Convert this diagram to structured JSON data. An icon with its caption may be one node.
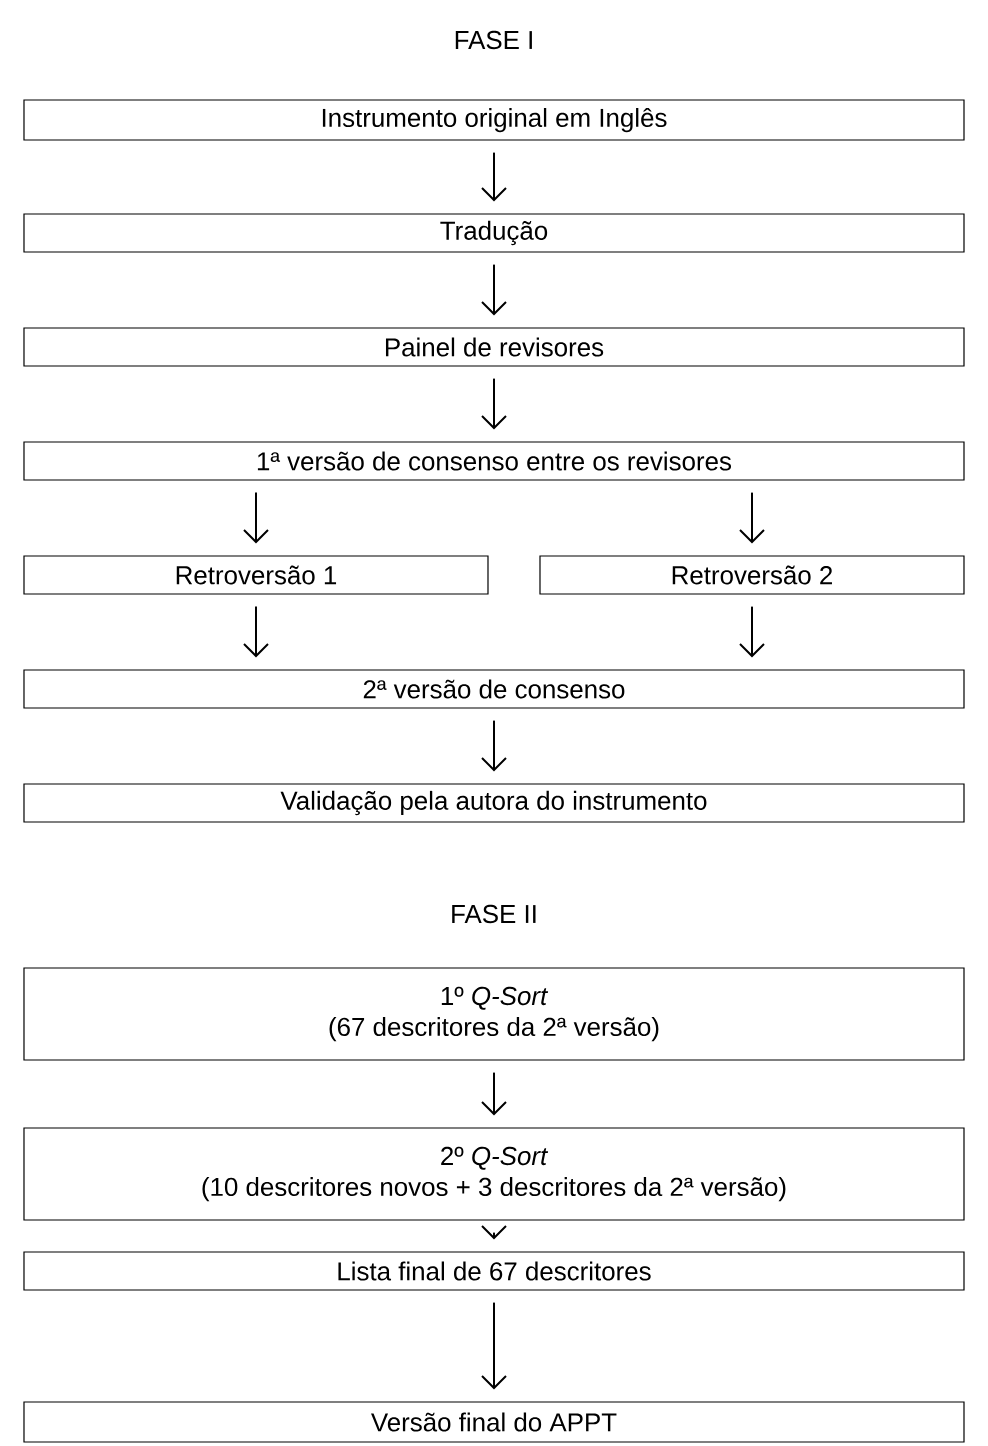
{
  "diagram": {
    "nodes": [
      {
        "text": [
          "Instrumento original em Inglês"
        ]
      },
      {
        "text": [
          "Tradução"
        ]
      },
      {
        "text": [
          "Painel de revisores"
        ]
      },
      {
        "text": [
          "1ª versão de consenso entre os revisores"
        ]
      },
      {
        "text": [
          "Retroversão 1"
        ]
      },
      {
        "text": [
          "Retroversão 2"
        ]
      },
      {
        "text": [
          "2ª versão de consenso"
        ]
      },
      {
        "text": [
          "Validação pela autora do instrumento"
        ]
      },
      {
        "text": [
          "1º *Q-Sort*",
          "(67 descritores da 2ª versão)"
        ]
      },
      {
        "text": [
          "2º *Q-Sort*",
          "(10 descritores novos + 3 descritores da 2ª versão)"
        ]
      },
      {
        "text": [
          "Lista final de 67 descritores"
        ]
      },
      {
        "text": [
          "Versão final do APPT"
        ]
      }
    ],
    "edges": [
      {
        "from": 0,
        "to": 1,
        "arrow": "to"
      },
      {
        "from": 1,
        "to": 2,
        "arrow": "to"
      },
      {
        "from": 2,
        "to": 3,
        "arrow": "to"
      },
      {
        "from": 3,
        "to": 4,
        "arrow": "to"
      },
      {
        "from": 3,
        "to": 5,
        "arrow": "to"
      },
      {
        "from": 4,
        "to": 6,
        "arrow": "to"
      },
      {
        "from": 5,
        "to": 6,
        "arrow": "to"
      },
      {
        "from": 6,
        "to": 7,
        "arrow": "to"
      },
      {
        "from": 8,
        "to": 9,
        "arrow": "to"
      },
      {
        "from": 9,
        "to": 10,
        "arrow": "to"
      },
      {
        "from": 10,
        "to": 11,
        "arrow": "to"
      }
    ],
    "labels": [
      "FASE I",
      "FASE II"
    ]
  }
}
